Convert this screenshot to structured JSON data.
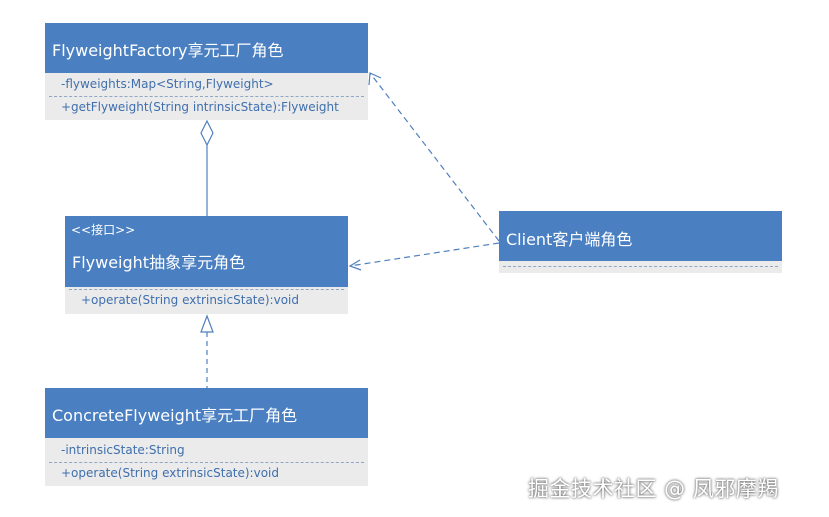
{
  "classes": {
    "factory": {
      "name": "FlyweightFactory享元工厂角色",
      "attribute": "-flyweights:Map<String,Flyweight>",
      "operation": "+getFlyweight(String intrinsicState):Flyweight"
    },
    "flyweight": {
      "stereotype": "<<接口>>",
      "name": "Flyweight抽象享元角色",
      "operation": "+operate(String extrinsicState):void"
    },
    "concrete": {
      "name": "ConcreteFlyweight享元工厂角色",
      "attribute": "-intrinsicState:String",
      "operation": "+operate(String extrinsicState):void"
    },
    "client": {
      "name": "Client客户端角色"
    }
  },
  "relations": [
    {
      "type": "aggregation",
      "from": "factory",
      "to": "flyweight"
    },
    {
      "type": "realization",
      "from": "concrete",
      "to": "flyweight"
    },
    {
      "type": "dependency",
      "from": "client",
      "to": "factory"
    },
    {
      "type": "dependency",
      "from": "client",
      "to": "flyweight"
    }
  ],
  "watermark": "掘金技术社区 @ 凤邪摩羯",
  "colors": {
    "header": "#4a7fc1",
    "section": "#ebebeb",
    "member_text": "#3f6fad",
    "connector": "#4f81bd"
  }
}
